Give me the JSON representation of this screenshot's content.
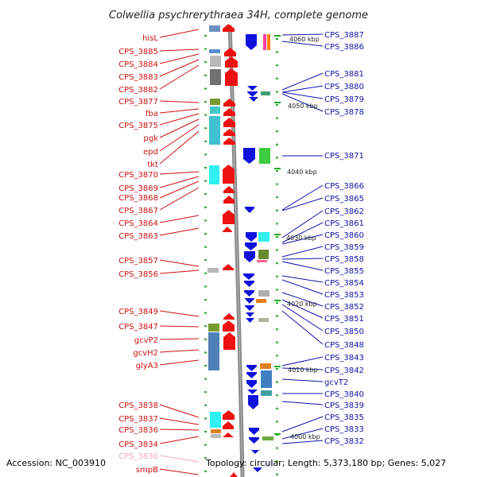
{
  "title": "Colwellia psychrerythraea 34H, complete genome",
  "footer": {
    "accession": "Accession: NC_003910",
    "topology": "Topology: circular; Length: 5,373,180 bp; Genes: 5,027"
  },
  "scale_labels": [
    "4060 kbp",
    "4050 kbp",
    "4040 kbp",
    "4030 kbp",
    "4020 kbp",
    "4010 kbp",
    "4000 kbp"
  ],
  "left_genes": [
    "hisL",
    "CPS_3885",
    "CPS_3884",
    "CPS_3883",
    "CPS_3882",
    "CPS_3877",
    "fba",
    "CPS_3875",
    "pgk",
    "epd",
    "tkt",
    "CPS_3870",
    "CPS_3869",
    "CPS_3868",
    "CPS_3867",
    "CPS_3864",
    "CPS_3863",
    "CPS_3857",
    "CPS_3856",
    "CPS_3849",
    "CPS_3847",
    "gcvP2",
    "gcvH2",
    "glyA3",
    "CPS_3838",
    "CPS_3837",
    "CPS_3836",
    "CPS_3834",
    "CPS_3830",
    "smpB"
  ],
  "right_genes": [
    "CPS_3887",
    "CPS_3886",
    "CPS_3881",
    "CPS_3880",
    "CPS_3879",
    "CPS_3878",
    "CPS_3871",
    "CPS_3866",
    "CPS_3865",
    "CPS_3862",
    "CPS_3861",
    "CPS_3860",
    "CPS_3859",
    "CPS_3858",
    "CPS_3855",
    "CPS_3854",
    "CPS_3853",
    "CPS_3852",
    "CPS_3851",
    "CPS_3850",
    "CPS_3848",
    "CPS_3843",
    "CPS_3842",
    "gcvT2",
    "CPS_3840",
    "CPS_3839",
    "CPS_3835",
    "CPS_3833",
    "CPS_3832"
  ],
  "colors": {
    "forward_strand": "#ee1111",
    "reverse_strand": "#1111dd",
    "left_label": "#cc1111",
    "right_label": "#1111aa",
    "faded_label": "#f2a7c0",
    "axis": "#888888",
    "tick": "#22aa22"
  }
}
